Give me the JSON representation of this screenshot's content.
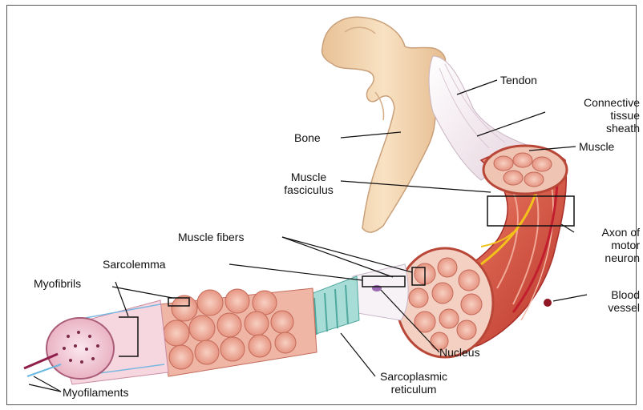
{
  "labels": {
    "tendon": "Tendon",
    "connective_1": "Connective",
    "connective_2": "tissue",
    "connective_3": "sheath",
    "bone": "Bone",
    "muscle": "Muscle",
    "fasciculus_1": "Muscle",
    "fasciculus_2": "fasciculus",
    "muscle_fibers": "Muscle fibers",
    "sarcolemma": "Sarcolemma",
    "axon_1": "Axon of",
    "axon_2": "motor",
    "axon_3": "neuron",
    "myofibrils": "Myofibrils",
    "blood_1": "Blood",
    "blood_2": "vessel",
    "nucleus": "Nucleus",
    "sarcoplasmic_1": "Sarcoplasmic",
    "sarcoplasmic_2": "reticulum",
    "myofilaments": "Myofilaments"
  },
  "colors": {
    "bone": "#f6dcb8",
    "bone_shade": "#e8c196",
    "muscle_dark": "#c8473a",
    "muscle_mid": "#e9907c",
    "muscle_light": "#f7c9b6",
    "tendon": "#f3eef2",
    "nerve": "#f2c21c",
    "vessel": "#c21f2e",
    "reticulum": "#7fcfc6",
    "myofibril": "#f4c7d4",
    "leader": "#111111"
  }
}
